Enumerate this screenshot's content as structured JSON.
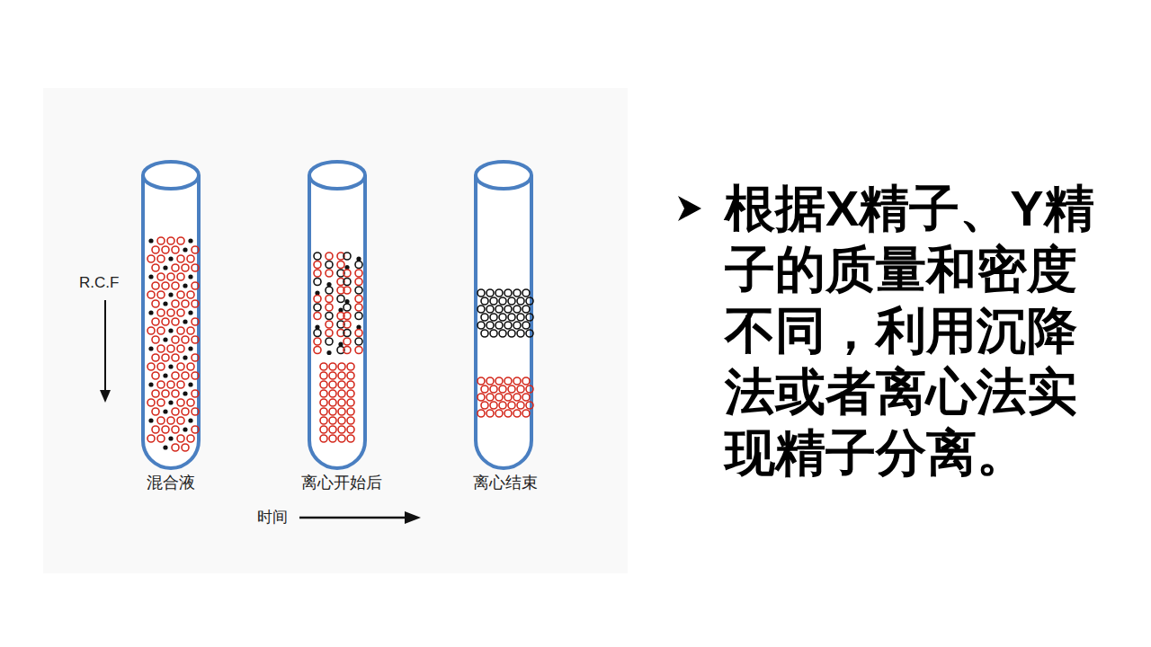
{
  "diagram": {
    "labels": [
      "R.C.F",
      "混合液",
      "离心开始后",
      "离心结束",
      "时间",
      "根据X精子、Y精子的质量和密度不同，利用沉降法或者离心法实现精子分离。"
    ]
  }
}
